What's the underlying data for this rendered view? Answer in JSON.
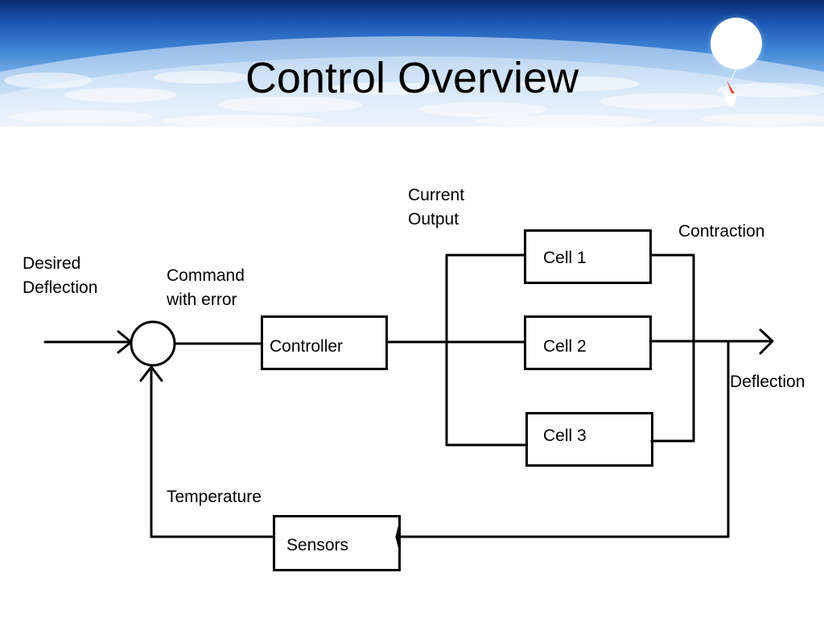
{
  "slide": {
    "title": "Control Overview"
  },
  "colors": {
    "line": "#000000",
    "sky_top": "#0a2a6e",
    "sky_bottom": "#d5e5f6",
    "balloon": "#ffffff"
  },
  "icons": [
    "balloon-icon",
    "payload-icon",
    "summing-junction-icon",
    "arrow-head-icon"
  ],
  "labels": {
    "desired_deflection_line1": "Desired",
    "desired_deflection_line2": "Deflection",
    "command_line1": "Command",
    "command_line2": "with error",
    "current_output_line1": "Current",
    "current_output_line2": "Output",
    "contraction": "Contraction",
    "deflection": "Deflection",
    "temperature": "Temperature"
  },
  "blocks": {
    "controller": "Controller",
    "cell1": "Cell 1",
    "cell2": "Cell 2",
    "cell3": "Cell 3",
    "sensors": "Sensors"
  }
}
